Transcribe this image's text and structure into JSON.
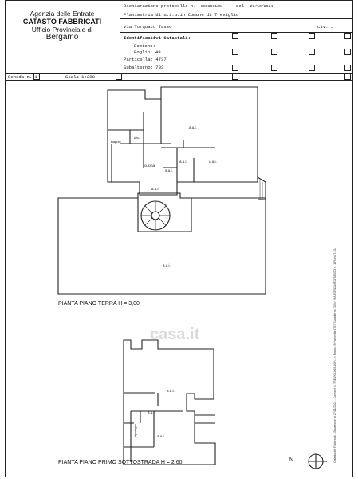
{
  "header": {
    "agency": [
      "Agenzia delle Entrate",
      "CATASTO FABBRICATI",
      "Ufficio Provinciale di",
      "Bergamo"
    ],
    "dich_label": "Dichiarazione protocollo n.",
    "dich_number": "BG0303135",
    "dich_del": "del",
    "dich_date": "29/10/2014",
    "planimetria": "Planimetria di u.i.u.in Comune di Treviglio",
    "address": "Via Torquato Tasso",
    "civ": "civ. 1",
    "identificativi_title": "Identificativi Catastali:",
    "sezione": "Sezione:",
    "foglio": "Foglio: 49",
    "particella": "Particella: 4737",
    "subalterno": "Subalterno: 703"
  },
  "sheet": {
    "scheda": "Scheda n. 1",
    "scala": "Scala 1:200"
  },
  "plan": {
    "labels": {
      "aui_1": "a.u.i.",
      "bagno": "bagno",
      "disimpegno": "dis.",
      "cucina": "cucina",
      "aui_2": "a.u.i.",
      "aui_3": "a.u.i.",
      "aui_4": "a.u.i.",
      "aui_5": "a.u.i.",
      "aui_6": "a.u.i.",
      "aui_7": "a.u.i.",
      "ripostiglio": "ripostiglio",
      "aui_8": "a.u.i."
    },
    "ground_caption": "PIANTA PIANO TERRA   H = 3,00",
    "basement_caption": "PIANTA PIANO PRIMO SOTTOSTRADA   H = 2,60",
    "north": "N"
  },
  "watermark": "casa.it",
  "side_text": "Catasto dei Fabbricati - Situazione al 27/11/2024 - Comune di TREVIGLIO(L400) - < Foglio 49 Particella 4737 Subalterno 703 > VIA TORQUATO TASSO n. 1 Piano T-S1"
}
